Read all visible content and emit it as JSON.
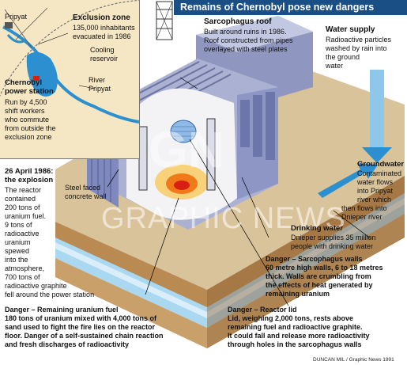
{
  "title": "Remains of Chernobyl pose new dangers",
  "map": {
    "pripyat": "Pripyat",
    "exclusion_heading": "Exclusion zone",
    "exclusion_text": [
      "135,000 inhabitants",
      "evacuated in 1986"
    ],
    "cooling": [
      "Cooling",
      "reservoir"
    ],
    "river": [
      "River",
      "Pripyat"
    ],
    "station_heading": [
      "Chernobyl",
      "power station"
    ],
    "station_text": [
      "Run by 4,500",
      "shift workers",
      "who commute",
      "from outside the",
      "exclusion zone"
    ]
  },
  "sarcophagus_roof": {
    "heading": "Sarcophagus roof",
    "text": [
      "Built around ruins in 1986.",
      "Roof constructed from pipes",
      "overlayed with steel plates"
    ]
  },
  "water_supply": {
    "heading": "Water supply",
    "text": [
      "Radioactive particles",
      "washed by rain into",
      "the ground",
      "water"
    ]
  },
  "explosion": {
    "heading": [
      "26 April 1986:",
      "the explosion"
    ],
    "text": [
      "The reactor",
      "contained",
      "200 tons of",
      "uranium fuel.",
      "9 tons of",
      "radioactive",
      "uranium",
      "spewed",
      "into the",
      "atmosphere,",
      "700 tons of",
      "radioactive graphite",
      "fell around the power station"
    ]
  },
  "concrete_wall": [
    "Steel faced",
    "concrete wall"
  ],
  "groundwater": {
    "heading": "Groundwater",
    "text": [
      "Contaminated",
      "water flows",
      "into Pripyat",
      "river which",
      "then flows into",
      "Dnieper river"
    ]
  },
  "drinking_water": {
    "heading": "Drinking water",
    "text": [
      "Dnieper supplies 35 million",
      "people with drinking water"
    ]
  },
  "walls_danger": {
    "heading": "Danger – Sarcophagus walls",
    "text": [
      "60 metre high walls, 6 to 18 metres",
      "thick. Walls are crumbling from",
      "the effects of heat  generated by",
      "remaining uranium"
    ]
  },
  "fuel_danger": {
    "heading": "Danger – Remaining uranium fuel",
    "text": [
      "180 tons of uranium mixed with 4,000 tons of",
      "sand used to fight the fire lies on the reactor",
      "floor. Danger of a self-sustained chain reaction",
      "and fresh discharges of radioactivity"
    ]
  },
  "lid_danger": {
    "heading": "Danger – Reactor lid",
    "text": [
      "Lid, weighing 2,000 tons, rests above",
      "remaining fuel and radioactive graphite.",
      "It could fall and release more radioactivity",
      "through holes in the sarcophagus walls"
    ]
  },
  "watermark": "GRAPHIC NEWS",
  "watermark_logo": "GN",
  "credit": "DUNCAN MIL / Graphic News 1991",
  "colors": {
    "title_bar": "#1a4f86",
    "map_land": "#f6e7c4",
    "water": "#2b8fd0",
    "groundwater": "#a9d8f0",
    "soil": "#c9a06a",
    "building": "#b7bdd6",
    "fire": "#f07a1a"
  }
}
